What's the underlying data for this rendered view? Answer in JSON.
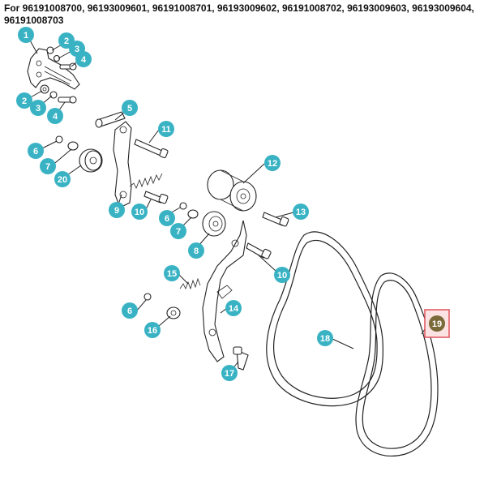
{
  "header": {
    "title": "For 96191008700, 96193009601, 96191008701, 96193009602, 96191008702, 96193009603, 96193009604, 96191008703"
  },
  "colors": {
    "callout": "#39b3c4",
    "highlight_callout": "#7a6a3a",
    "highlight_border": "#e0505a",
    "highlight_fill": "#fbe3e4"
  },
  "callouts": [
    {
      "id": "c1",
      "label": "1"
    },
    {
      "id": "c2a",
      "label": "2"
    },
    {
      "id": "c3a",
      "label": "3"
    },
    {
      "id": "c4a",
      "label": "4"
    },
    {
      "id": "c2b",
      "label": "2"
    },
    {
      "id": "c3b",
      "label": "3"
    },
    {
      "id": "c4b",
      "label": "4"
    },
    {
      "id": "c5",
      "label": "5"
    },
    {
      "id": "c6a",
      "label": "6"
    },
    {
      "id": "c7a",
      "label": "7"
    },
    {
      "id": "c20",
      "label": "20"
    },
    {
      "id": "c11",
      "label": "11"
    },
    {
      "id": "c9",
      "label": "9"
    },
    {
      "id": "c10a",
      "label": "10"
    },
    {
      "id": "c12",
      "label": "12"
    },
    {
      "id": "c6b",
      "label": "6"
    },
    {
      "id": "c7b",
      "label": "7"
    },
    {
      "id": "c8",
      "label": "8"
    },
    {
      "id": "c13",
      "label": "13"
    },
    {
      "id": "c10b",
      "label": "10"
    },
    {
      "id": "c15",
      "label": "15"
    },
    {
      "id": "c14",
      "label": "14"
    },
    {
      "id": "c6c",
      "label": "6"
    },
    {
      "id": "c16",
      "label": "16"
    },
    {
      "id": "c17",
      "label": "17"
    },
    {
      "id": "c18",
      "label": "18"
    },
    {
      "id": "c19",
      "label": "19",
      "highlighted": true
    }
  ]
}
